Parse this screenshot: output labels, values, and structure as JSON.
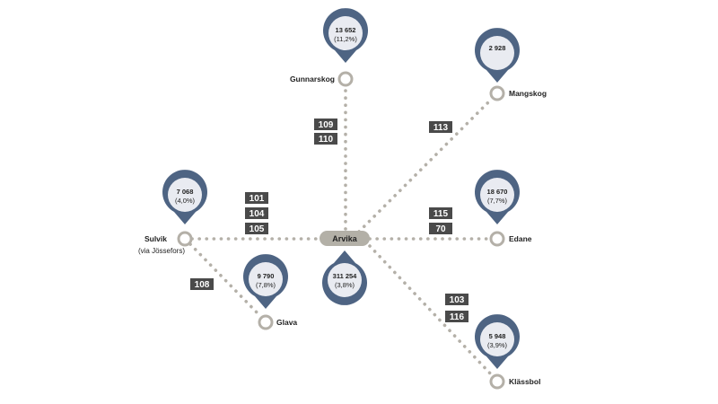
{
  "hub": {
    "name": "Arvika",
    "value": "311 254",
    "share": "(3,8%)"
  },
  "stops": [
    {
      "id": "gunnarskog",
      "name": "Gunnarskog",
      "value": "13 652",
      "share": "(11,2%)",
      "routes": [
        "109",
        "110"
      ]
    },
    {
      "id": "mangskog",
      "name": "Mangskog",
      "value": "2 928",
      "share": "",
      "routes": [
        "113"
      ]
    },
    {
      "id": "edane",
      "name": "Edane",
      "value": "18 670",
      "share": "(7,7%)",
      "routes": [
        "115",
        "70"
      ]
    },
    {
      "id": "klassbol",
      "name": "Klässbol",
      "value": "5 948",
      "share": "(3,9%)",
      "routes": [
        "103",
        "116"
      ]
    },
    {
      "id": "glava",
      "name": "Glava",
      "value": "9 790",
      "share": "(7,8%)",
      "routes": [
        "108"
      ]
    },
    {
      "id": "sulvik",
      "name": "Sulvik",
      "sub": "(via Jössefors)",
      "value": "7 068",
      "share": "(4,0%)",
      "routes": [
        "101",
        "104",
        "105"
      ]
    }
  ],
  "colors": {
    "pin": "#4e6483",
    "pin_inner": "#e9ebf1",
    "line": "#b4b0a8",
    "route_box": "#4a4a4a",
    "hub": "#b3b0a7"
  }
}
